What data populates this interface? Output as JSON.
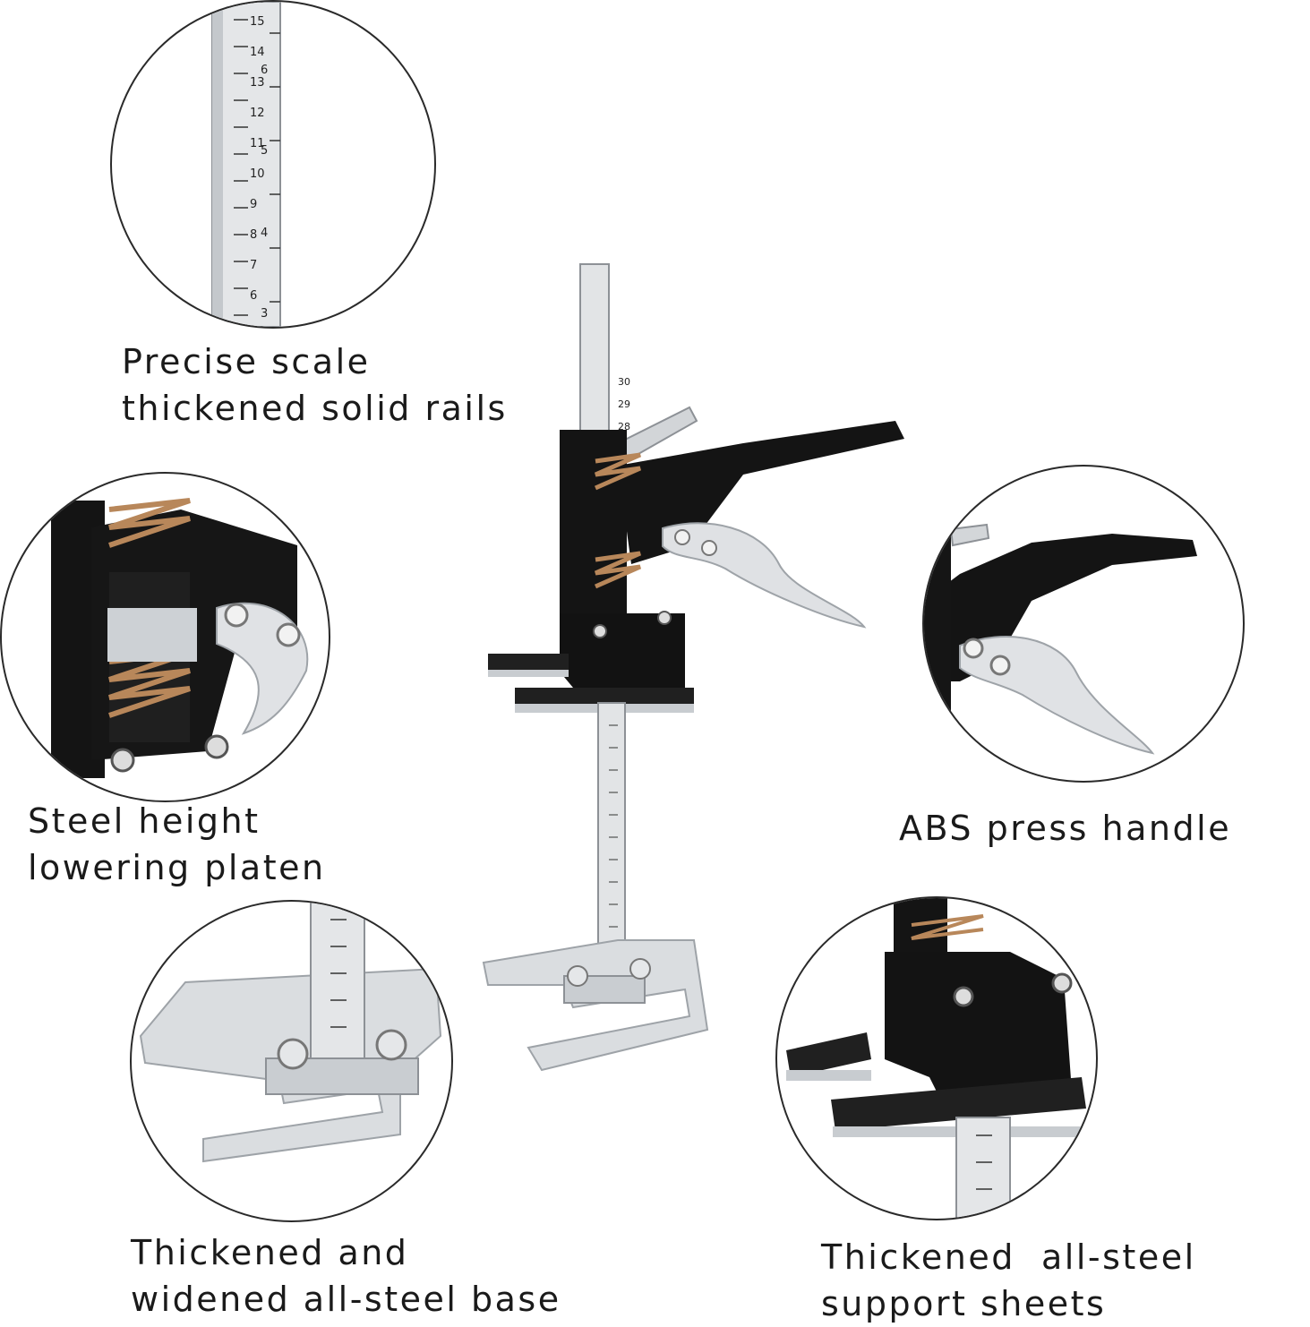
{
  "colors": {
    "steel": "#d6d9dc",
    "steel_dark": "#9ea3a8",
    "body_black": "#141414",
    "spring_copper": "#b8875a",
    "text": "#1a1a1a"
  },
  "callouts": {
    "scale": {
      "line1": "Precise scale",
      "line2": "thickened solid rails"
    },
    "platen": {
      "line1": "Steel height",
      "line2": "lowering platen"
    },
    "handle": {
      "line1": "ABS press handle"
    },
    "base": {
      "line1": "Thickened and",
      "line2": "widened all-steel base"
    },
    "sheets": {
      "line1": "Thickened  all-steel",
      "line2": "support sheets"
    }
  },
  "ruler": {
    "top_numbers": [
      "15",
      "14",
      "13",
      "12",
      "11",
      "10",
      "9",
      "8",
      "7",
      "6"
    ],
    "inch_numbers": [
      "6",
      "5",
      "4",
      "3"
    ],
    "tool_numbers": [
      "30",
      "29",
      "28"
    ]
  },
  "icons": {
    "scale_detail": "ruler-icon",
    "platen_detail": "spring-mechanism-icon",
    "handle_detail": "press-handle-icon",
    "base_detail": "steel-base-icon",
    "sheets_detail": "support-sheets-icon"
  }
}
